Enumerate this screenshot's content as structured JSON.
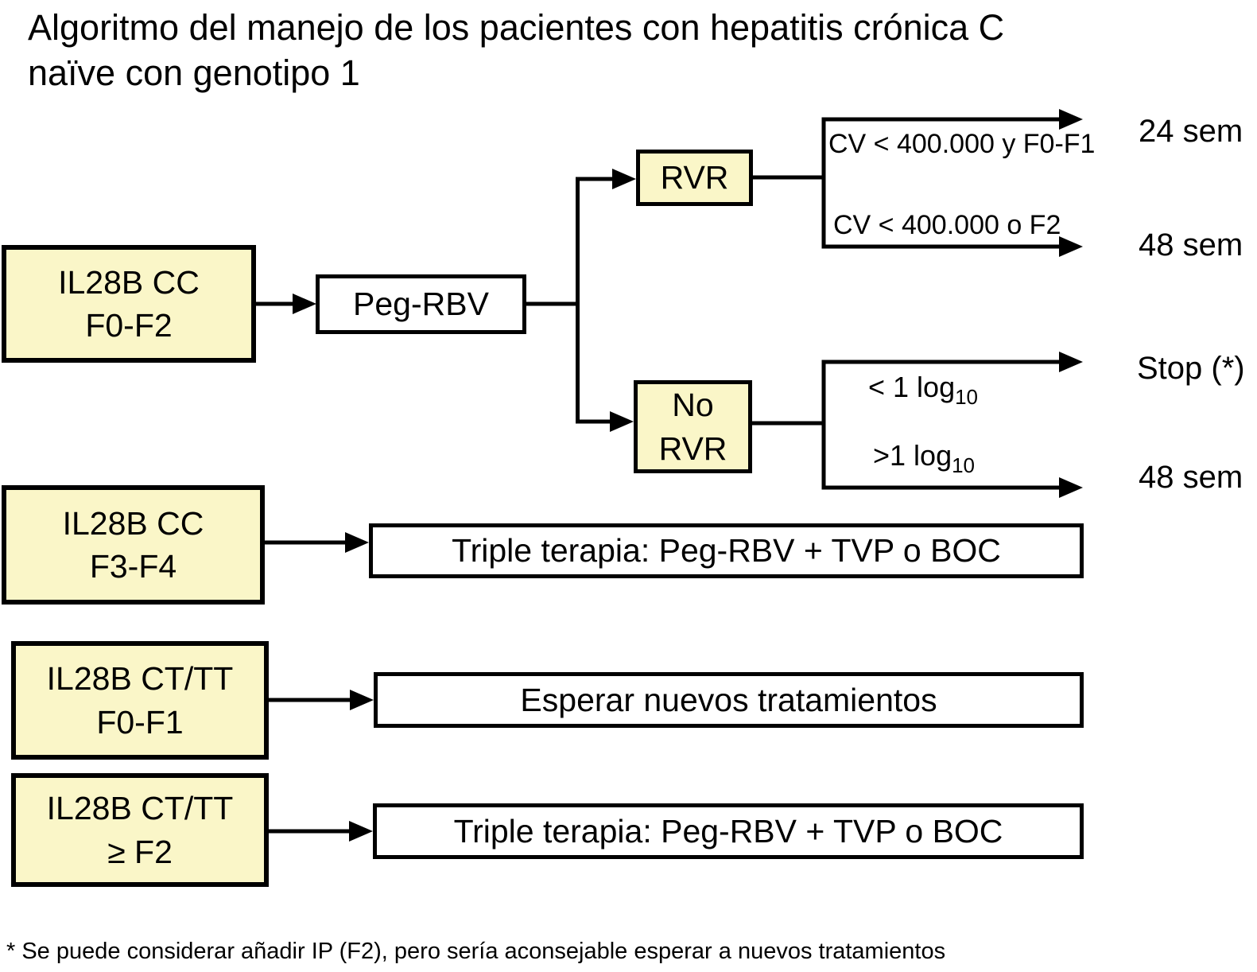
{
  "title": {
    "line1": "Algoritmo del manejo de los pacientes con hepatitis crónica C",
    "line2": "naïve con genotipo 1"
  },
  "colors": {
    "node_fill": "#faf6c8",
    "node_border": "#000000",
    "line": "#000000",
    "background": "#ffffff"
  },
  "nodes": {
    "il28b_cc_f0f2": {
      "line1": "IL28B CC",
      "line2": "F0-F2"
    },
    "peg_rbv": {
      "label": "Peg-RBV"
    },
    "rvr": {
      "label": "RVR"
    },
    "no_rvr": {
      "line1": "No",
      "line2": "RVR"
    },
    "il28b_cc_f3f4": {
      "line1": "IL28B CC",
      "line2": "F3-F4"
    },
    "triple_terapia_cc": {
      "label": "Triple terapia: Peg-RBV + TVP o BOC"
    },
    "il28b_cttt_f0f1": {
      "line1": "IL28B CT/TT",
      "line2": "F0-F1"
    },
    "esperar": {
      "label": "Esperar nuevos tratamientos"
    },
    "il28b_cttt_gef2": {
      "line1": "IL28B CT/TT",
      "line2": "≥ F2"
    },
    "triple_terapia_cttt": {
      "label": "Triple terapia: Peg-RBV + TVP o BOC"
    }
  },
  "branch_labels": {
    "rvr_top": "CV < 400.000 y F0-F1",
    "rvr_bottom": "CV < 400.000 o F2",
    "no_rvr_top": {
      "main": "< 1 log",
      "sub": "10"
    },
    "no_rvr_bottom": {
      "main": ">1 log",
      "sub": "10"
    }
  },
  "outcomes": {
    "rvr_top": "24 sem",
    "rvr_bottom": "48 sem",
    "no_rvr_top": "Stop (*)",
    "no_rvr_bottom": "48 sem"
  },
  "footnote": "* Se puede considerar añadir IP (F2), pero sería aconsejable esperar a nuevos tratamientos"
}
